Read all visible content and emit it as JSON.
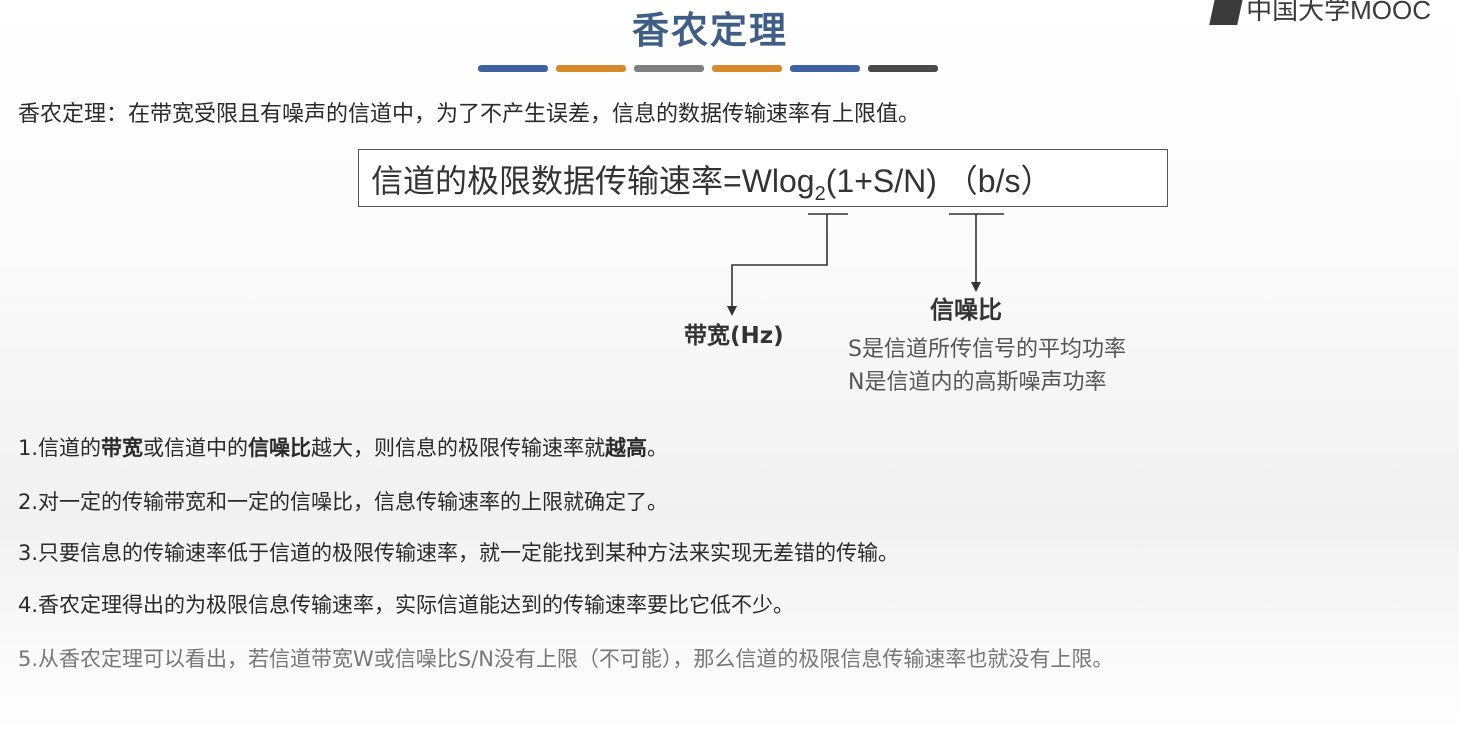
{
  "title": "香农定理",
  "logo_text": "中国大学MOOC",
  "accent_bars": [
    "#3f63a0",
    "#d8892c",
    "#7f7f7f",
    "#d8892c",
    "#3f63a0",
    "#4a4a4a"
  ],
  "intro": "香农定理：在带宽受限且有噪声的信道中，为了不产生误差，信息的数据传输速率有上限值。",
  "formula": {
    "lhs": "信道的极限数据传输速率=Wlog",
    "sub": "2",
    "rhs": "(1+S/N) （b/s）"
  },
  "bandwidth_label": "带宽(Hz)",
  "snr": {
    "label": "信噪比",
    "s_desc": "S是信道所传信号的平均功率",
    "n_desc": "N是信道内的高斯噪声功率"
  },
  "points": {
    "p1": {
      "a": "1.信道的",
      "b": "带宽",
      "c": "或信道中的",
      "d": "信噪比",
      "e": "越大，则信息的极限传输速率就",
      "f": "越高",
      "g": "。"
    },
    "p2": "2.对一定的传输带宽和一定的信噪比，信息传输速率的上限就确定了。",
    "p3": "3.只要信息的传输速率低于信道的极限传输速率，就一定能找到某种方法来实现无差错的传输。",
    "p4": "4.香农定理得出的为极限信息传输速率，实际信道能达到的传输速率要比它低不少。",
    "p5": "5.从香农定理可以看出，若信道带宽W或信噪比S/N没有上限（不可能），那么信道的极限信息传输速率也就没有上限。"
  }
}
